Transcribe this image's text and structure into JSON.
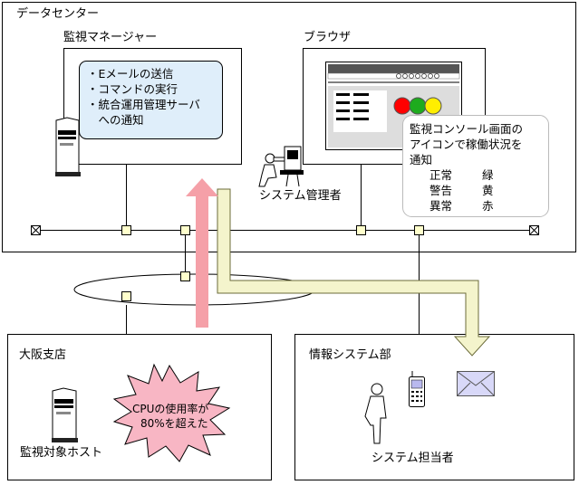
{
  "data_center": {
    "title": "データセンター",
    "manager": {
      "title": "監視マネージャー",
      "actions": [
        "・Eメールの送信",
        "・コマンドの実行",
        "・統合運用管理サーバ",
        "　への通知"
      ]
    },
    "browser": {
      "title": "ブラウザ",
      "callout": {
        "lines": [
          "監視コンソール画面の",
          "アイコンで稼働状況を",
          "通知"
        ],
        "legend": [
          {
            "state": "正常",
            "color": "緑"
          },
          {
            "state": "警告",
            "color": "黄"
          },
          {
            "state": "異常",
            "color": "赤"
          }
        ]
      }
    },
    "admin_label": "システム管理者"
  },
  "osaka": {
    "title": "大阪支店",
    "burst": [
      "CPUの使用率が",
      "80%を超えた"
    ],
    "host_label": "監視対象ホスト"
  },
  "info_dept": {
    "title": "情報システム部",
    "person_label": "システム担当者"
  },
  "colors": {
    "memo_fill": "#dfeefa",
    "burst_fill": "#f8b6c4",
    "pink_arrow": "#f5a0a8",
    "yellow_arrow": "#f4f4cc",
    "signal_red": "#ff0000",
    "signal_green": "#1eab1e",
    "signal_yellow": "#ffee00",
    "envelope": "#d8d8f8"
  }
}
